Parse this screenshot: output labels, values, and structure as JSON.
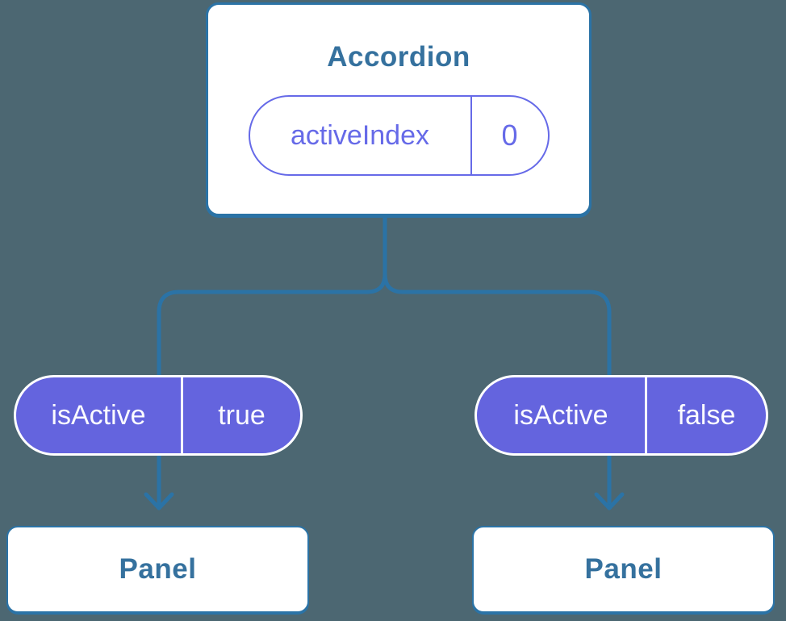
{
  "colors": {
    "background": "#4C6772",
    "line_blue": "#2B73A6",
    "text_blue": "#35719E",
    "purple_stroke": "#666AE8",
    "purple_fill": "#6464DE",
    "pill_text_white": "#FBFBFF",
    "card_white": "#FFFFFF"
  },
  "tree": {
    "root": {
      "label": "Accordion",
      "state": {
        "key": "activeIndex",
        "value": "0"
      }
    },
    "children": [
      {
        "prop": {
          "key": "isActive",
          "value": "true"
        },
        "label": "Panel"
      },
      {
        "prop": {
          "key": "isActive",
          "value": "false"
        },
        "label": "Panel"
      }
    ]
  }
}
